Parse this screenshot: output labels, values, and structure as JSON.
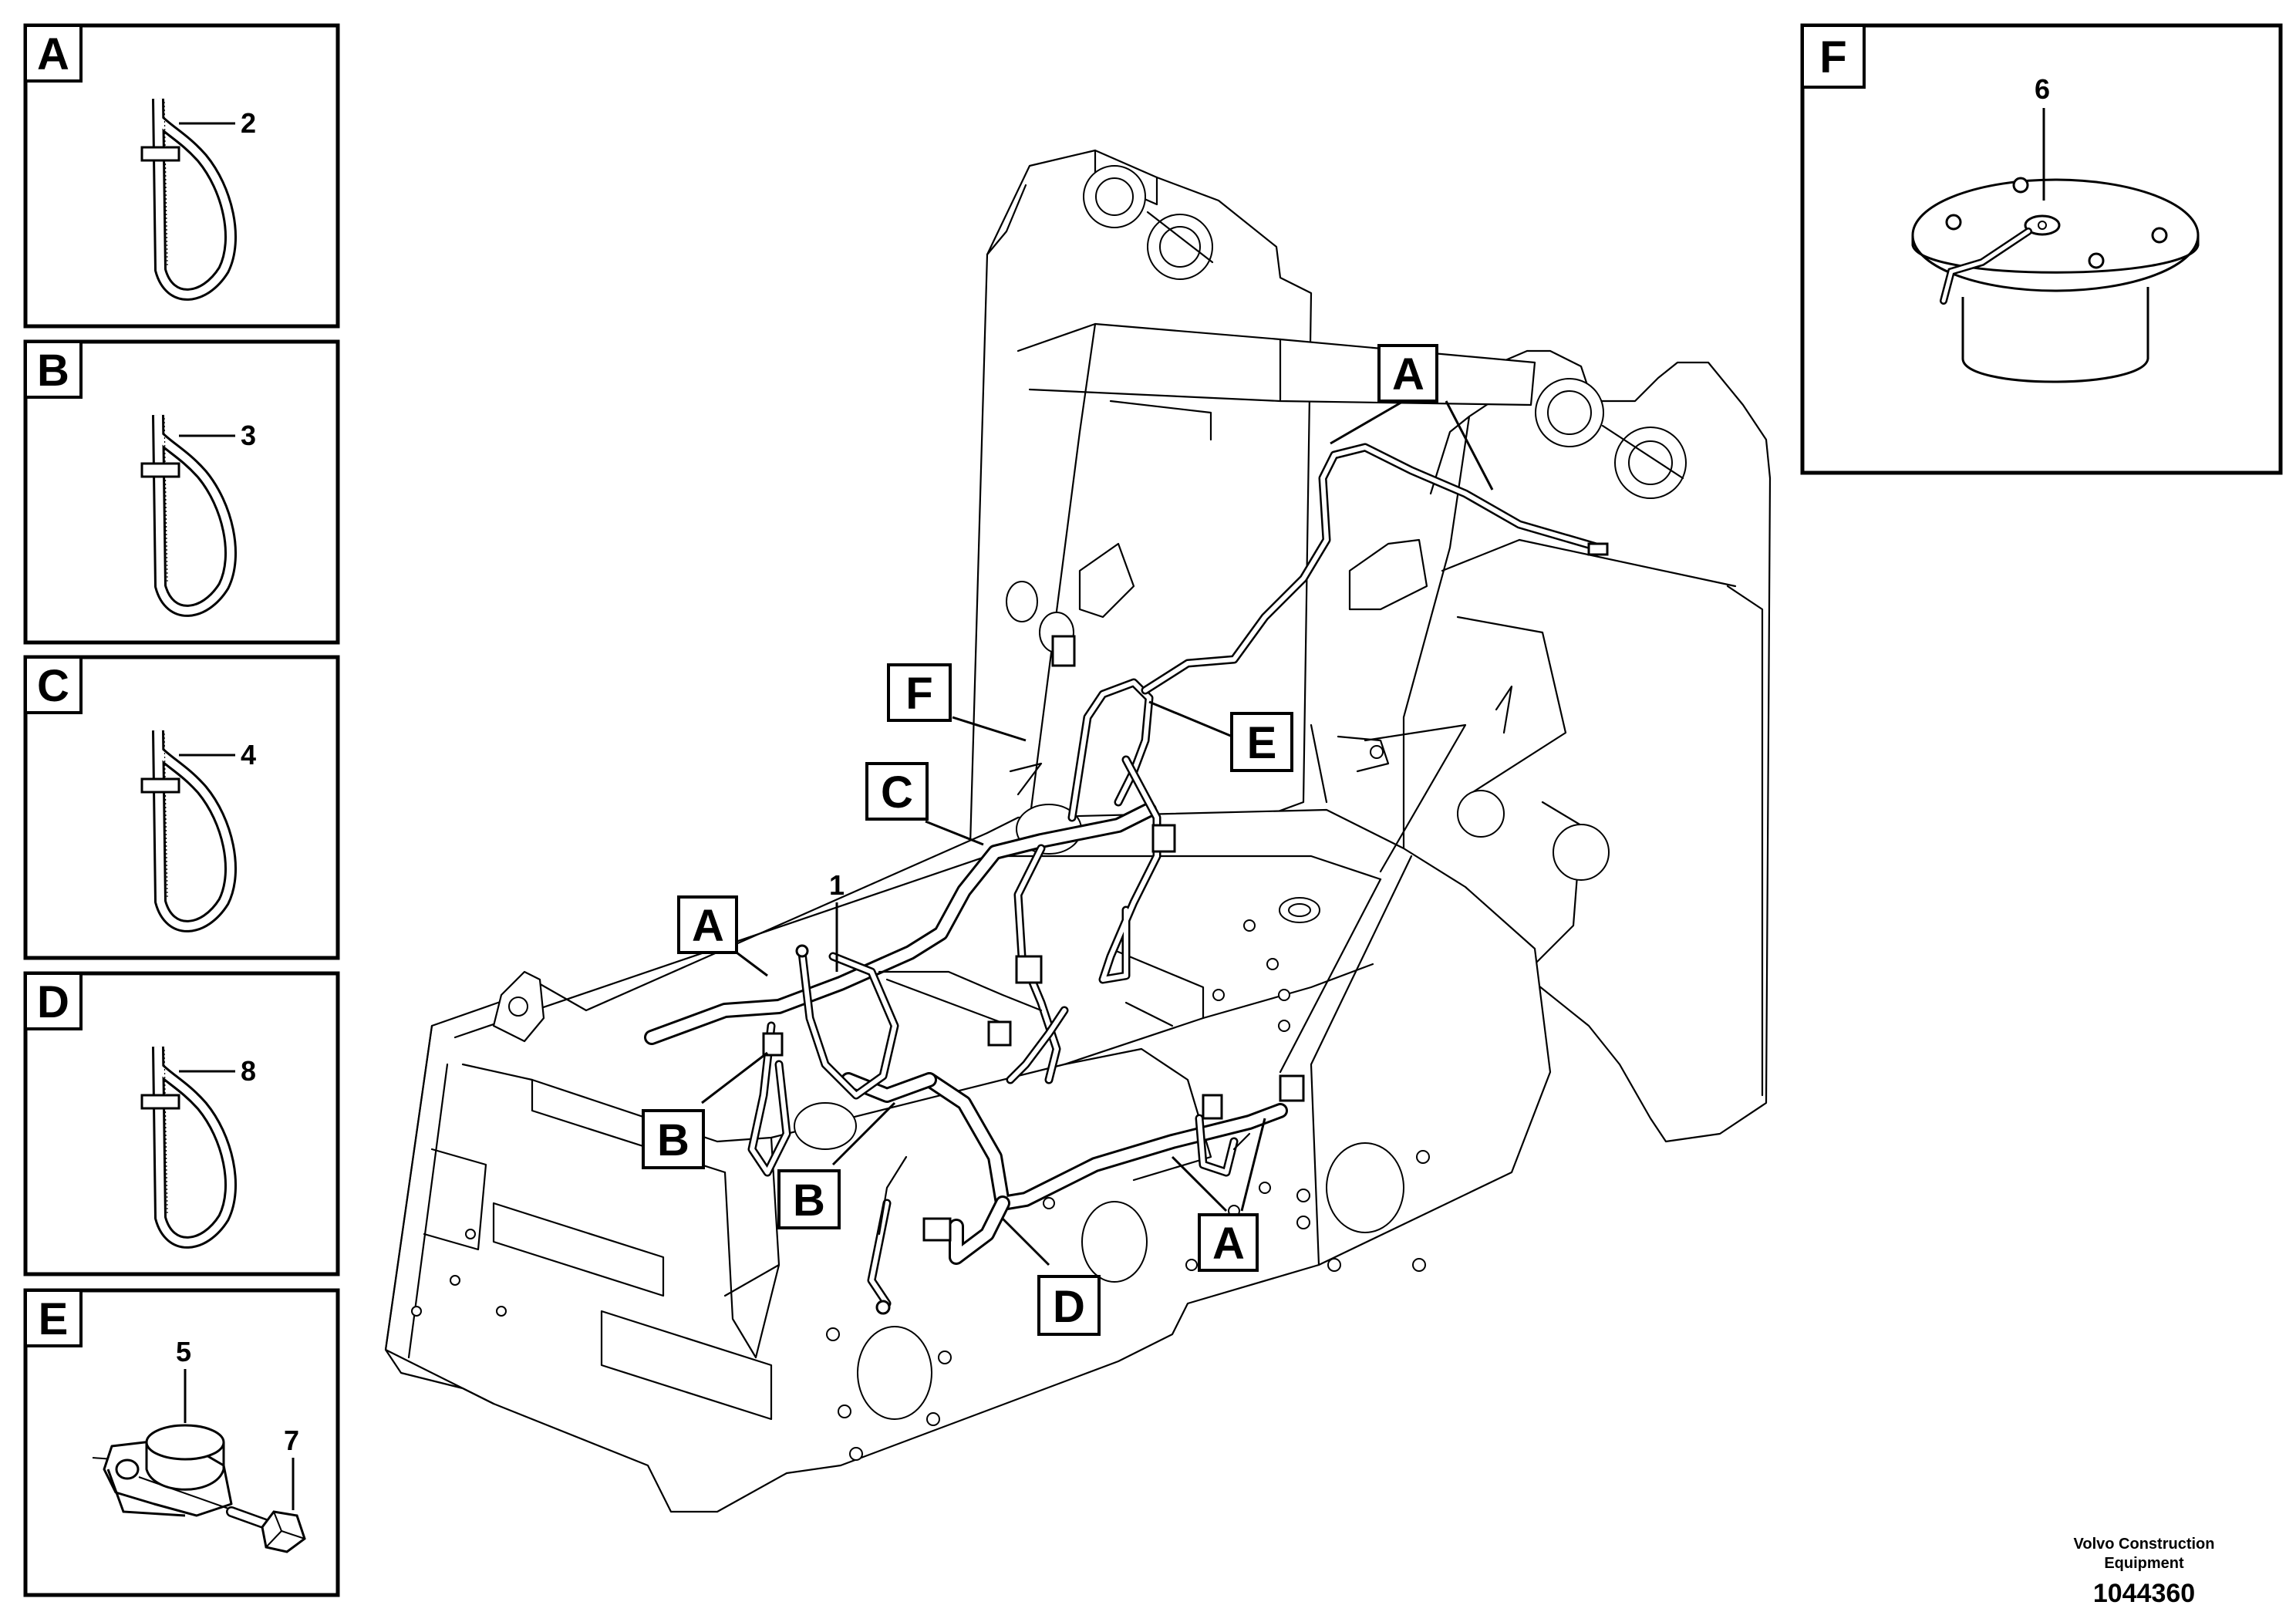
{
  "detail_panels": [
    {
      "letter": "A",
      "part_number": "2"
    },
    {
      "letter": "B",
      "part_number": "3"
    },
    {
      "letter": "C",
      "part_number": "4"
    },
    {
      "letter": "D",
      "part_number": "8"
    },
    {
      "letter": "E",
      "part_numbers": [
        "5",
        "7"
      ]
    },
    {
      "letter": "F",
      "part_number": "6"
    }
  ],
  "main_callouts": {
    "part_1": "1",
    "tag_a_top": "A",
    "tag_f": "F",
    "tag_c": "C",
    "tag_e": "E",
    "tag_a_left": "A",
    "tag_b_left": "B",
    "tag_b_center": "B",
    "tag_a_right": "A",
    "tag_d": "D"
  },
  "footer": {
    "company_line1": "Volvo Construction",
    "company_line2": "Equipment",
    "drawing_number": "1044360"
  }
}
